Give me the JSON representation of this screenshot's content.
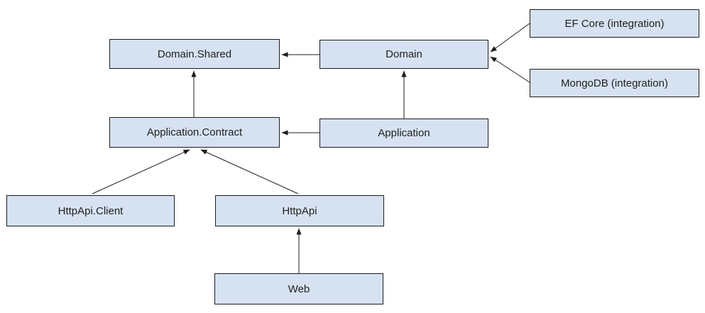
{
  "diagram": {
    "type": "dependency-diagram",
    "nodes": {
      "domain_shared": {
        "label": "Domain.Shared"
      },
      "domain": {
        "label": "Domain"
      },
      "ef_core": {
        "label": "EF Core (integration)"
      },
      "mongodb": {
        "label": "MongoDB (integration)"
      },
      "application_contract": {
        "label": "Application.Contract"
      },
      "application": {
        "label": "Application"
      },
      "httpapi_client": {
        "label": "HttpApi.Client"
      },
      "httpapi": {
        "label": "HttpApi"
      },
      "web": {
        "label": "Web"
      }
    },
    "edges": [
      {
        "from": "Domain",
        "to": "Domain.Shared"
      },
      {
        "from": "EF Core (integration)",
        "to": "Domain"
      },
      {
        "from": "MongoDB (integration)",
        "to": "Domain"
      },
      {
        "from": "Application",
        "to": "Application.Contract"
      },
      {
        "from": "Application",
        "to": "Domain"
      },
      {
        "from": "Application.Contract",
        "to": "Domain.Shared"
      },
      {
        "from": "HttpApi.Client",
        "to": "Application.Contract"
      },
      {
        "from": "HttpApi",
        "to": "Application.Contract"
      },
      {
        "from": "Web",
        "to": "HttpApi"
      }
    ],
    "colors": {
      "background": "#ffffff",
      "node_fill": "#d6e2f1",
      "node_border": "#1c1c1c",
      "line": "#1c1c1c",
      "text": "#1f1f1f"
    }
  }
}
